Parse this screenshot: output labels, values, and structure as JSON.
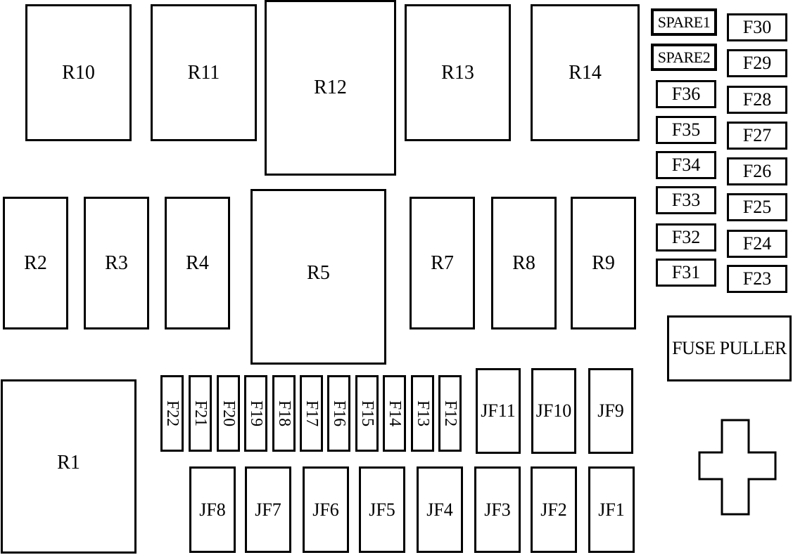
{
  "relays": {
    "r10": "R10",
    "r11": "R11",
    "r12": "R12",
    "r13": "R13",
    "r14": "R14",
    "r2": "R2",
    "r3": "R3",
    "r4": "R4",
    "r5": "R5",
    "r7": "R7",
    "r8": "R8",
    "r9": "R9",
    "r1": "R1"
  },
  "fuses_right": {
    "spare1": "SPARE1",
    "spare2": "SPARE2",
    "f36": "F36",
    "f35": "F35",
    "f34": "F34",
    "f33": "F33",
    "f32": "F32",
    "f31": "F31",
    "f30": "F30",
    "f29": "F29",
    "f28": "F28",
    "f27": "F27",
    "f26": "F26",
    "f25": "F25",
    "f24": "F24",
    "f23": "F23"
  },
  "fuse_puller": "FUSE PULLER",
  "mini_fuses": [
    "F22",
    "F21",
    "F20",
    "F19",
    "F18",
    "F17",
    "F16",
    "F15",
    "F14",
    "F13",
    "F12"
  ],
  "jcase_fuses": {
    "jf11": "JF11",
    "jf10": "JF10",
    "jf9": "JF9",
    "jf8": "JF8",
    "jf7": "JF7",
    "jf6": "JF6",
    "jf5": "JF5",
    "jf4": "JF4",
    "jf3": "JF3",
    "jf2": "JF2",
    "jf1": "JF1"
  }
}
